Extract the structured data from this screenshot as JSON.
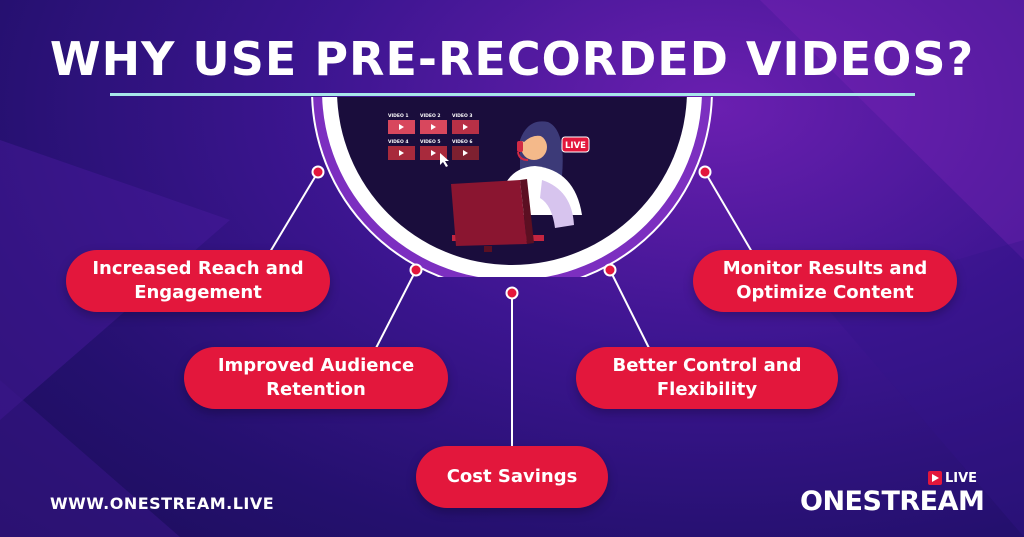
{
  "title": "WHY USE PRE-RECORDED VIDEOS?",
  "screen": {
    "video_labels": [
      "VIDEO 1",
      "VIDEO 2",
      "VIDEO 3",
      "VIDEO 4",
      "VIDEO 5",
      "VIDEO 6"
    ],
    "live_badge": "LIVE"
  },
  "benefits": [
    {
      "label": "Increased Reach and\nEngagement"
    },
    {
      "label": "Improved Audience\nRetention"
    },
    {
      "label": "Cost Savings"
    },
    {
      "label": "Better Control and\nFlexibility"
    },
    {
      "label": "Monitor Results and\nOptimize Content"
    }
  ],
  "footer": {
    "url": "WWW.ONESTREAM.LIVE",
    "logo_word": "ONESTREAM",
    "logo_live": "LIVE"
  },
  "colors": {
    "accent_red": "#e3173c",
    "underline": "#a8e6ea",
    "background": "#2a1278"
  }
}
